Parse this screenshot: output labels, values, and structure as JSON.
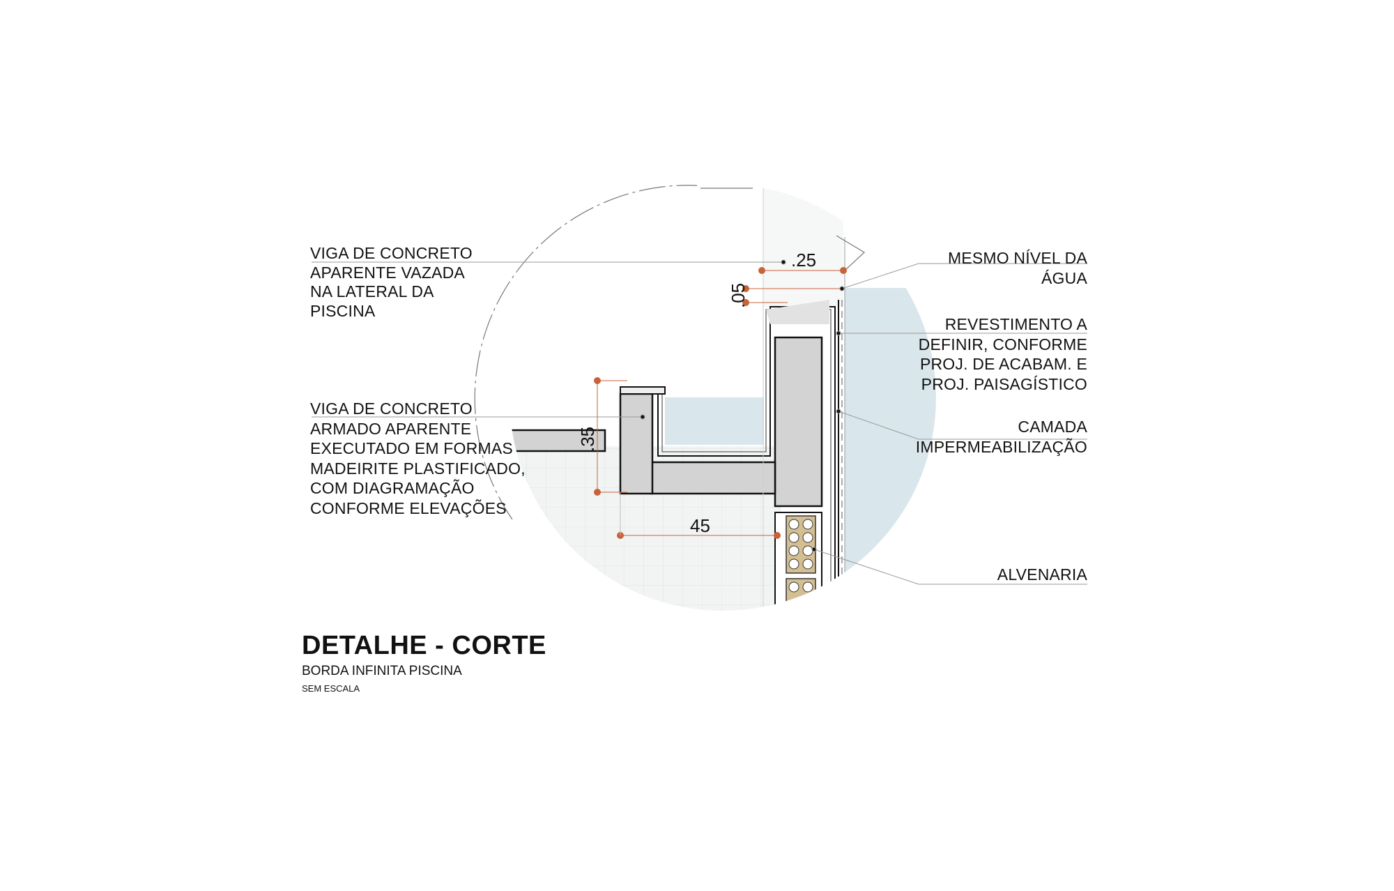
{
  "labels": {
    "viga_vazada": [
      "VIGA DE CONCRETO",
      "APARENTE VAZADA",
      "NA LATERAL DA",
      "PISCINA"
    ],
    "viga_armado": [
      "VIGA DE CONCRETO",
      "ARMADO APARENTE",
      "EXECUTADO EM FORMAS",
      "MADEIRITE PLASTIFICADO,",
      "COM DIAGRAMAÇÃO",
      "CONFORME ELEVAÇÕES"
    ],
    "nivel_agua": [
      "MESMO NÍVEL DA",
      "ÁGUA"
    ],
    "revestimento": [
      "REVESTIMENTO A",
      "DEFINIR, CONFORME",
      "PROJ. DE ACABAM. E",
      "PROJ. PAISAGÍSTICO"
    ],
    "camada": [
      "CAMADA",
      "IMPERMEABILIZAÇÃO"
    ],
    "alvenaria": [
      "ALVENARIA"
    ]
  },
  "dimensions": {
    "d25": ".25",
    "d05": ".05",
    "d35": ".35",
    "d45": "45"
  },
  "title": {
    "main": "DETALHE - CORTE",
    "subtitle": "BORDA INFINITA PISCINA",
    "scale": "SEM ESCALA"
  },
  "colors": {
    "water": "#d9e6ec",
    "concrete": "#d3d3d3",
    "ground": "#f1f3f3",
    "dimension": "#c8623a",
    "leader": "#9a9a9a",
    "brick": "#d4bf93"
  }
}
